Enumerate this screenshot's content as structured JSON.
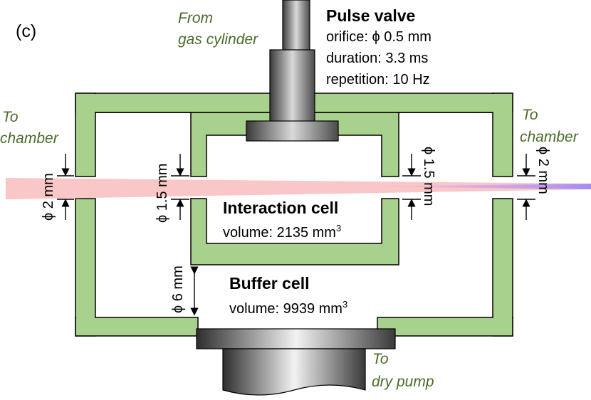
{
  "panel_label": "(c)",
  "pulse_valve": {
    "title": "Pulse valve",
    "orifice": "orifice: ϕ 0.5 mm",
    "duration": "duration: 3.3 ms",
    "repetition": "repetition: 10 Hz"
  },
  "gas_source": {
    "line1": "From",
    "line2": "gas cylinder"
  },
  "left_outlet": {
    "line1": "To",
    "line2": "chamber"
  },
  "right_outlet": {
    "line1": "To",
    "line2": "chamber"
  },
  "apertures": {
    "outer_left": "ϕ 2 mm",
    "inner_left": "ϕ 1.5 mm",
    "inner_right": "ϕ 1.5 mm",
    "outer_right": "ϕ 2 mm",
    "buffer_gap": "ϕ 6 mm"
  },
  "interaction_cell": {
    "title": "Interaction cell",
    "volume_text": "volume: 2135 mm",
    "volume_sup": "3"
  },
  "buffer_cell": {
    "title": "Buffer cell",
    "volume_text": "volume: 9939 mm",
    "volume_sup": "3"
  },
  "pump": {
    "line1": "To",
    "line2": "dry pump"
  },
  "colors": {
    "wall_fill": "#a9d18e",
    "beam": "#f9c7c7",
    "beam_core": "#b48cf0",
    "label_green": "#4a6a2a"
  }
}
